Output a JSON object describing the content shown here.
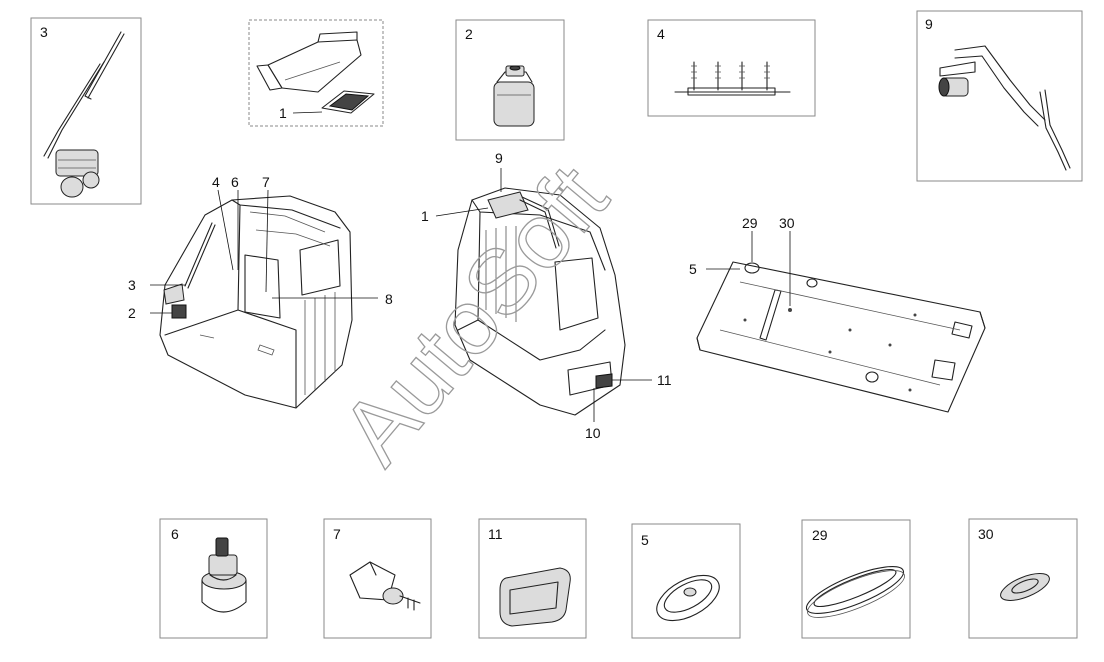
{
  "watermark": "AutoSoft",
  "detail_boxes": {
    "wiper_arm": "3",
    "wiper_motor_assembly": "9",
    "hood_tray_part": "1",
    "washer_tank": "2",
    "cable_strip": "4",
    "switch_6": "6",
    "switch_7": "7",
    "lamp_11": "11",
    "grommet_5": "5",
    "seal_29": "29",
    "seal_30": "30"
  },
  "cab_left_callouts": [
    "4",
    "6",
    "7",
    "3",
    "2",
    "8"
  ],
  "cab_center_callouts": [
    "9",
    "1",
    "11",
    "10"
  ],
  "floor_plate_callouts": [
    "5",
    "29",
    "30"
  ]
}
